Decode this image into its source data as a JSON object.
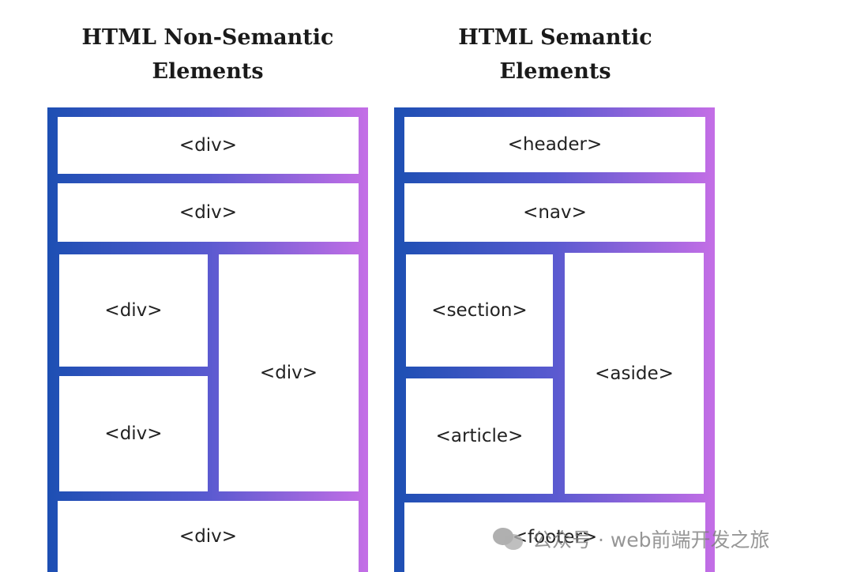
{
  "left_diagram": {
    "title_line1": "HTML Non-Semantic",
    "title_line2": "Elements",
    "cells": [
      "<div>",
      "<div>",
      "<div>",
      "<div>",
      "<div>",
      "<div>"
    ]
  },
  "right_diagram": {
    "title_line1": "HTML Semantic",
    "title_line2": "Elements",
    "cells": [
      "<header>",
      "<nav>",
      "<section>",
      "<article>",
      "<aside>",
      "<footer>"
    ]
  },
  "watermark": {
    "text": "公众号 · web前端开发之旅",
    "icon": "wechat-icon"
  },
  "colors": {
    "gradient_start": "#1d4fb3",
    "gradient_end": "#c46ee6"
  }
}
